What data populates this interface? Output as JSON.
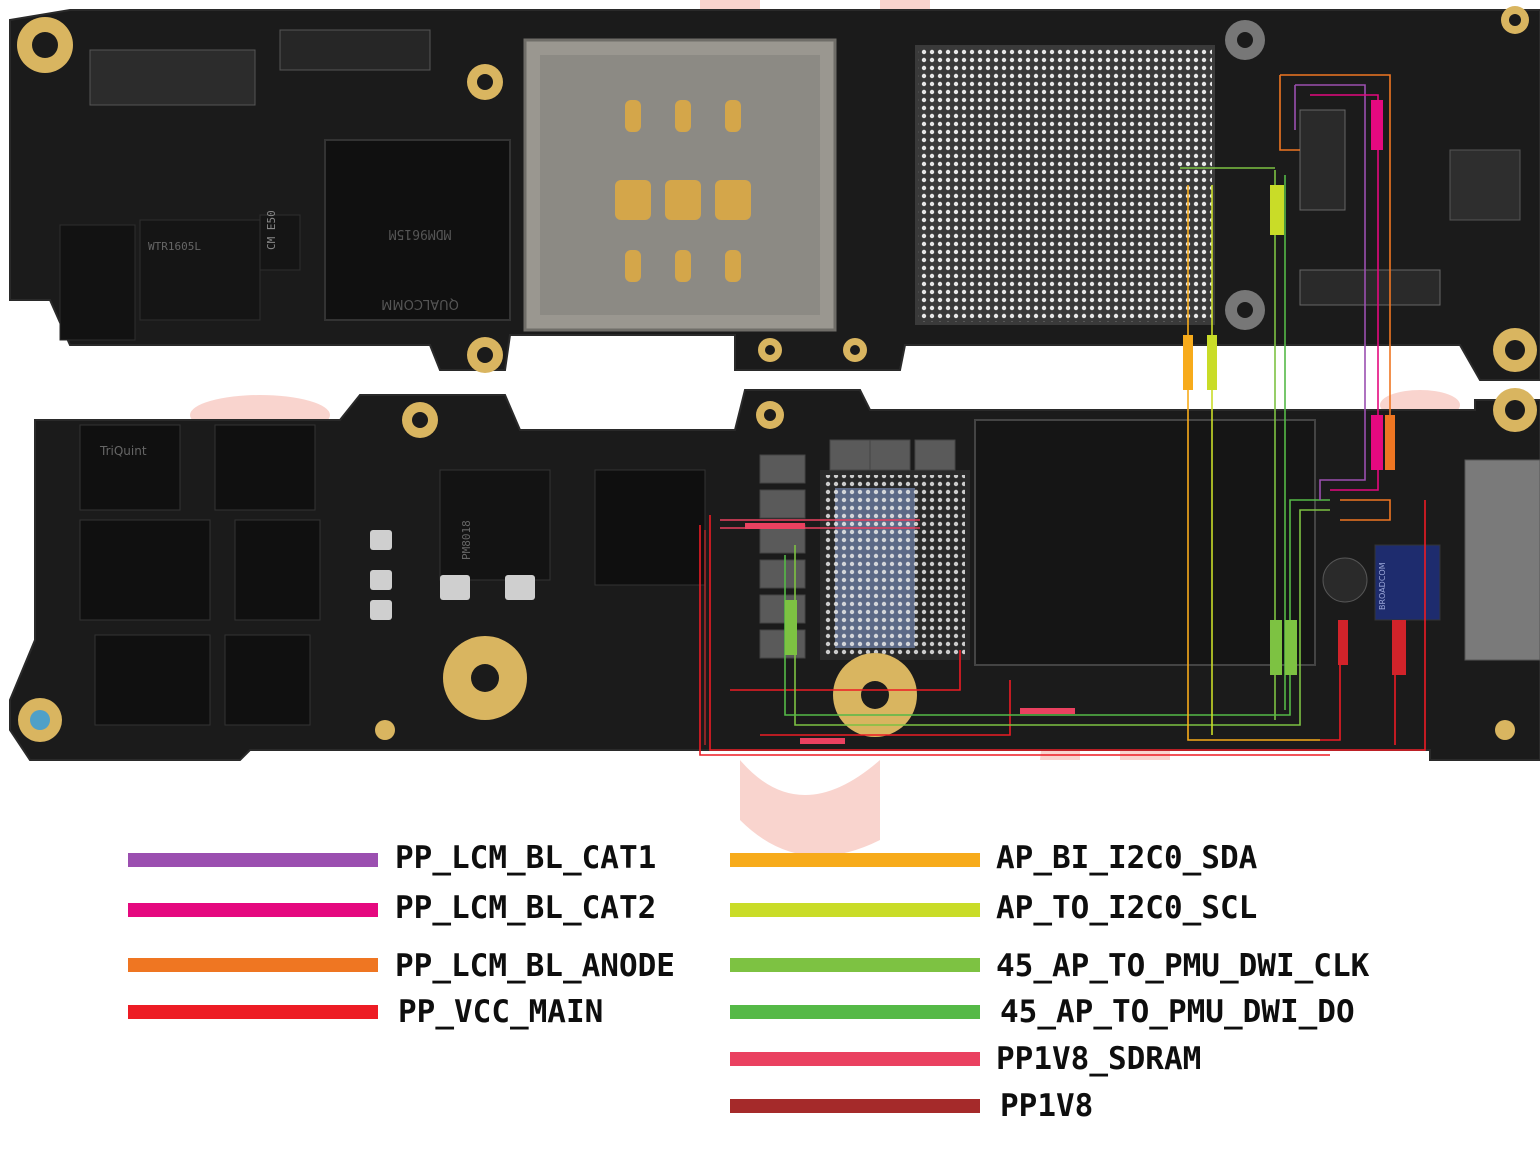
{
  "colors": {
    "background": "#ffffff",
    "pcb_dark": "#1b1b1b",
    "pcb_edge": "#2a2a2a",
    "copper_ring": "#d9b560",
    "shield_silver": "#8a8a8a",
    "sim_tray": "#9a9790",
    "watermark": "#f4b0a6"
  },
  "components": {
    "chip_wtr": "WTR1605L",
    "chip_qualcomm": "QUALCOMM",
    "chip_mdm": "MDM9615M",
    "chip_cm": "CM E50",
    "chip_triquint": "TriQuint",
    "chip_pmu": "PM8018",
    "chip_broadcom": "BROADCOM"
  },
  "legend": [
    {
      "label": "PP_LCM_BL_CAT1",
      "color": "#9b4fb0"
    },
    {
      "label": "PP_LCM_BL_CAT2",
      "color": "#e5097f"
    },
    {
      "label": "PP_LCM_BL_ANODE",
      "color": "#ef7622"
    },
    {
      "label": "PP_VCC_MAIN",
      "color": "#ed1c24"
    },
    {
      "label": "AP_BI_I2C0_SDA",
      "color": "#f7ab1b"
    },
    {
      "label": "AP_TO_I2C0_SCL",
      "color": "#c9dc28"
    },
    {
      "label": "45_AP_TO_PMU_DWI_CLK",
      "color": "#7dc242"
    },
    {
      "label": "45_AP_TO_PMU_DWI_DO",
      "color": "#55b947"
    },
    {
      "label": "PP1V8_SDRAM",
      "color": "#ea4160"
    },
    {
      "label": "PP1V8",
      "color": "#a52a2a"
    }
  ]
}
